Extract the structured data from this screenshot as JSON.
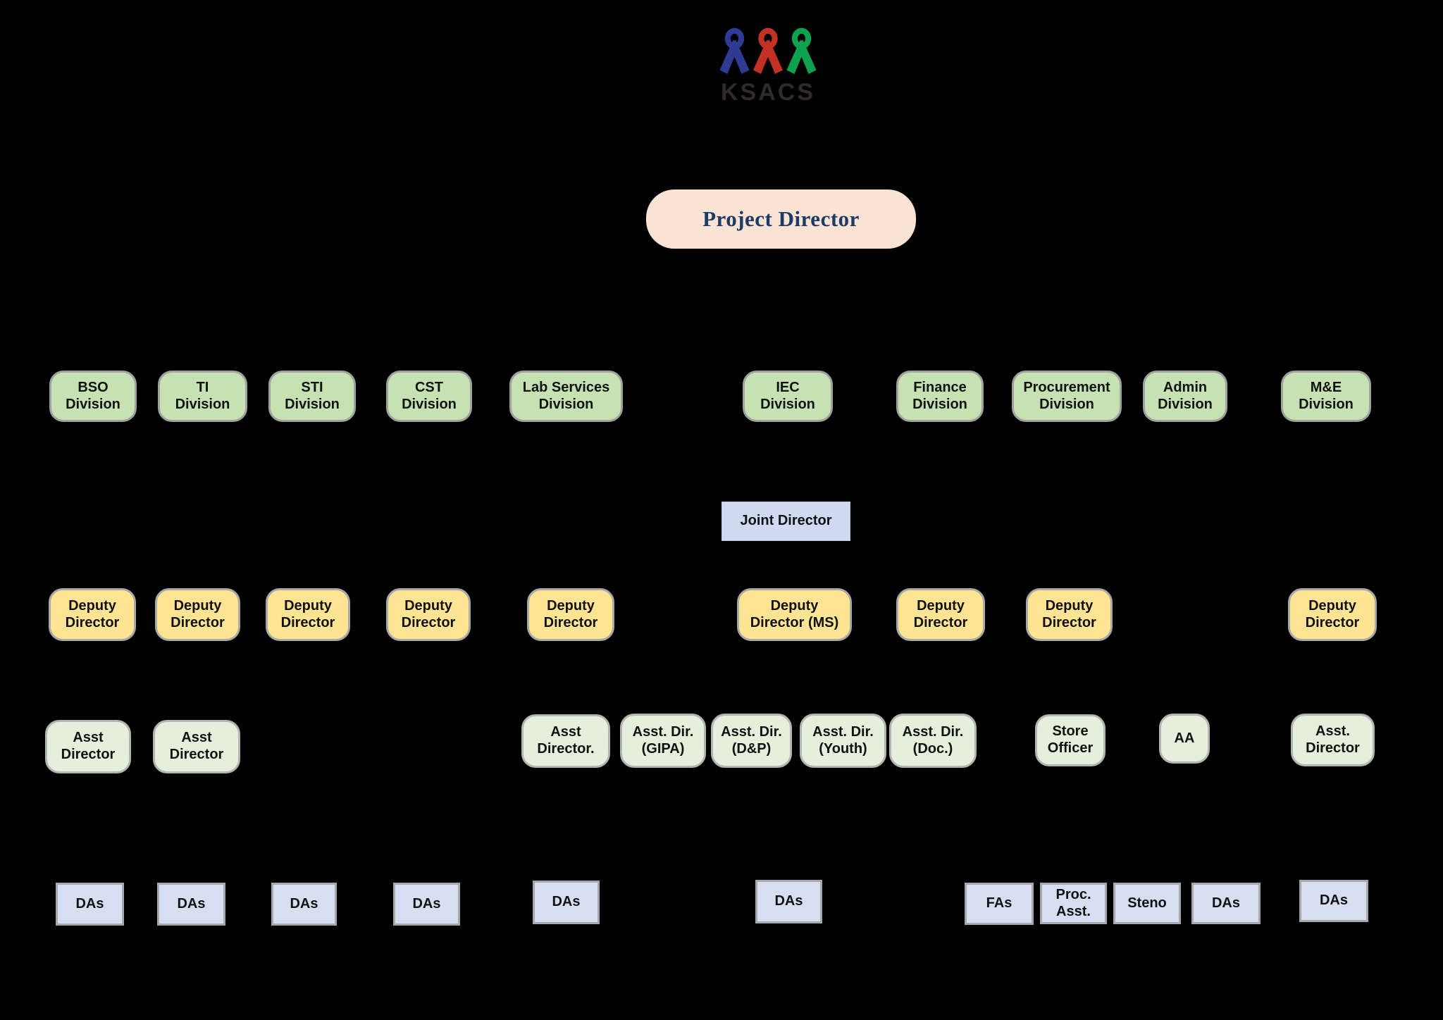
{
  "logo": {
    "text": "KSACS",
    "ribbons": [
      {
        "name": "blue-ribbon",
        "color": "#2f3a92"
      },
      {
        "name": "red-ribbon",
        "color": "#c23026"
      },
      {
        "name": "green-ribbon",
        "color": "#0ca24e"
      }
    ]
  },
  "colors": {
    "background": "#000000",
    "division_fill": "#c7e2b2",
    "deputy_fill": "#ffe493",
    "assistant_fill": "#e4efdc",
    "staff_fill": "#d7def2",
    "joint_fill": "#cfdaf0",
    "project_fill": "#fbe3d4",
    "project_text": "#1e3a66"
  },
  "nodes": {
    "project_director": {
      "label": "Project Director"
    },
    "joint_director": {
      "label": "Joint Director"
    },
    "divisions": [
      {
        "label": "BSO\nDivision"
      },
      {
        "label": "TI\nDivision"
      },
      {
        "label": "STI\nDivision"
      },
      {
        "label": "CST\nDivision"
      },
      {
        "label": "Lab Services\nDivision"
      },
      {
        "label": "IEC\nDivision"
      },
      {
        "label": "Finance\nDivision"
      },
      {
        "label": "Procurement\nDivision"
      },
      {
        "label": "Admin\nDivision"
      },
      {
        "label": "M&E\nDivision"
      }
    ],
    "deputy_directors": [
      {
        "label": "Deputy\nDirector"
      },
      {
        "label": "Deputy\nDirector"
      },
      {
        "label": "Deputy\nDirector"
      },
      {
        "label": "Deputy\nDirector"
      },
      {
        "label": "Deputy\nDirector"
      },
      {
        "label": "Deputy\nDirector (MS)"
      },
      {
        "label": "Deputy\nDirector"
      },
      {
        "label": "Deputy\nDirector"
      },
      {
        "label": "Deputy\nDirector"
      }
    ],
    "assistant_level": [
      {
        "label": "Asst\nDirector"
      },
      {
        "label": "Asst\nDirector"
      },
      {
        "label": "Asst\nDirector."
      },
      {
        "label": "Asst. Dir.\n(GIPA)"
      },
      {
        "label": "Asst. Dir.\n(D&P)"
      },
      {
        "label": "Asst. Dir.\n(Youth)"
      },
      {
        "label": "Asst. Dir.\n(Doc.)"
      },
      {
        "label": "Store\nOfficer"
      },
      {
        "label": "AA"
      },
      {
        "label": "Asst.\nDirector"
      }
    ],
    "staff_level": [
      {
        "label": "DAs"
      },
      {
        "label": "DAs"
      },
      {
        "label": "DAs"
      },
      {
        "label": "DAs"
      },
      {
        "label": "DAs"
      },
      {
        "label": "DAs"
      },
      {
        "label": "FAs"
      },
      {
        "label": "Proc.\nAsst."
      },
      {
        "label": "Steno"
      },
      {
        "label": "DAs"
      },
      {
        "label": "DAs"
      }
    ]
  }
}
